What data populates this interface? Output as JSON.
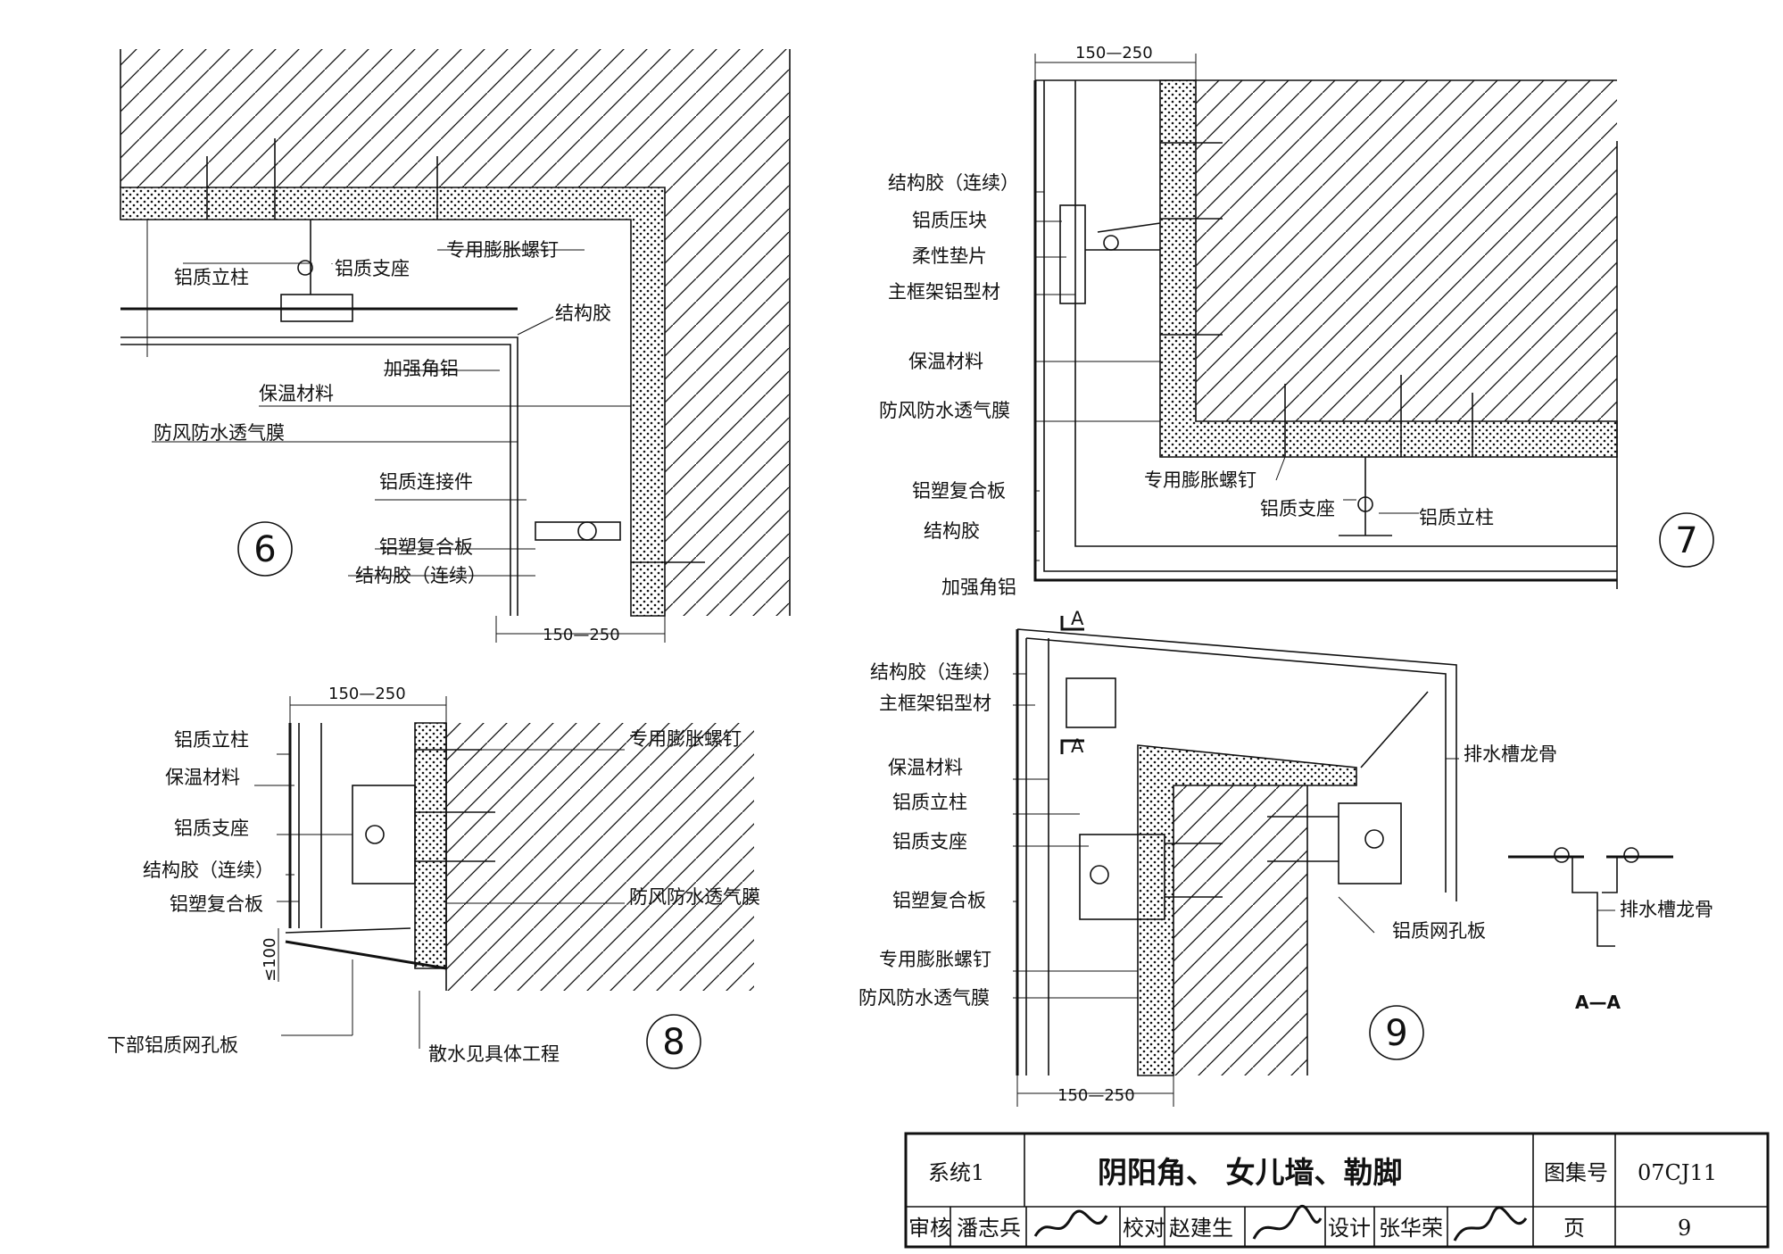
{
  "details": {
    "d6": {
      "number": "6",
      "dimension": "150—250",
      "labels": {
        "l1": "专用膨胀螺钉",
        "l2": "铝质立柱",
        "l3": "铝质支座",
        "l4": "结构胶",
        "l5": "加强角铝",
        "l6": "保温材料",
        "l7": "防风防水透气膜",
        "l8": "铝质连接件",
        "l9": "铝塑复合板",
        "l10": "结构胶（连续）"
      }
    },
    "d7": {
      "number": "7",
      "dimension": "150—250",
      "labels": {
        "l1": "结构胶（连续）",
        "l2": "铝质压块",
        "l3": "柔性垫片",
        "l4": "主框架铝型材",
        "l5": "保温材料",
        "l6": "防风防水透气膜",
        "l7": "专用膨胀螺钉",
        "l8": "铝塑复合板",
        "l9": "铝质支座",
        "l10": "铝质立柱",
        "l11": "结构胶",
        "l12": "加强角铝"
      }
    },
    "d8": {
      "number": "8",
      "dimension": "150—250",
      "dimension_small": "≤100",
      "labels": {
        "l1": "铝质立柱",
        "l2": "保温材料",
        "l3": "铝质支座",
        "l4": "结构胶（连续）",
        "l5": "铝塑复合板",
        "l6": "专用膨胀螺钉",
        "l7": "防风防水透气膜",
        "l8": "下部铝质网孔板",
        "l9": "散水见具体工程"
      }
    },
    "d9": {
      "number": "9",
      "dimension": "150—250",
      "section_mark": "A",
      "labels": {
        "l1": "结构胶（连续）",
        "l2": "主框架铝型材",
        "l3": "保温材料",
        "l4": "铝质立柱",
        "l5": "铝质支座",
        "l6": "铝塑复合板",
        "l7": "专用膨胀螺钉",
        "l8": "防风防水透气膜",
        "l9": "排水槽龙骨",
        "l10": "铝质网孔板"
      }
    },
    "section_aa": {
      "label": "排水槽龙骨",
      "caption": "A—A"
    }
  },
  "title_block": {
    "system": "系统1",
    "title": "阴阳角、 女儿墙、勒脚",
    "atlas_label": "图集号",
    "atlas_no": "07CJ11",
    "review_label": "审核",
    "reviewer": "潘志兵",
    "check_label": "校对",
    "checker": "赵建生",
    "design_label": "设计",
    "designer": "张华荣",
    "page_label": "页",
    "page_no": "9"
  }
}
